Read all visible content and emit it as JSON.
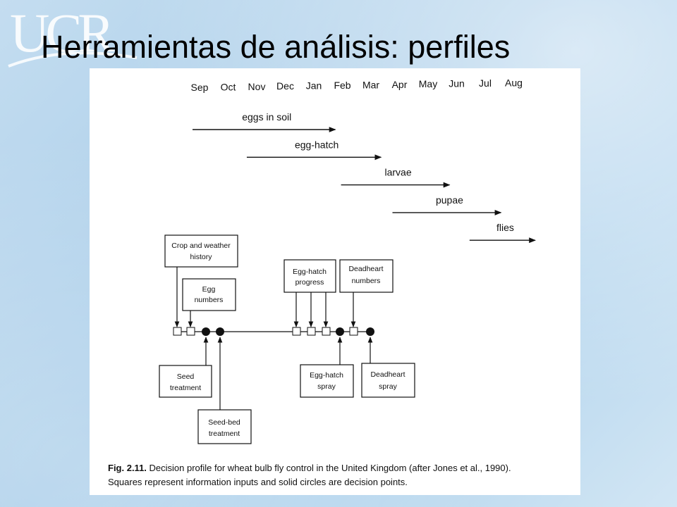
{
  "logo": {
    "text": "UCR"
  },
  "slide": {
    "title": "Herramientas de análisis: perfiles"
  },
  "timeline": {
    "months": [
      "Sep",
      "Oct",
      "Nov",
      "Dec",
      "Jan",
      "Feb",
      "Mar",
      "Apr",
      "May",
      "Jun",
      "Jul",
      "Aug"
    ],
    "stages": [
      {
        "label": "eggs in soil",
        "start_month": 0.0,
        "end_month": 5.0
      },
      {
        "label": "egg-hatch",
        "start_month": 1.9,
        "end_month": 6.6
      },
      {
        "label": "larvae",
        "start_month": 5.2,
        "end_month": 9.0
      },
      {
        "label": "pupae",
        "start_month": 7.0,
        "end_month": 10.8
      },
      {
        "label": "flies",
        "start_month": 9.7,
        "end_month": 12.0
      }
    ]
  },
  "profile": {
    "boxes": {
      "crop_weather": [
        "Crop and weather",
        "history"
      ],
      "egg_numbers": [
        "Egg",
        "numbers"
      ],
      "egg_hatch_progress": [
        "Egg-hatch",
        "progress"
      ],
      "deadheart_numbers": [
        "Deadheart",
        "numbers"
      ],
      "seed_treatment": [
        "Seed",
        "treatment"
      ],
      "seedbed_treatment": [
        "Seed-bed",
        "treatment"
      ],
      "egg_hatch_spray": [
        "Egg-hatch",
        "spray"
      ],
      "deadheart_spray": [
        "Deadheart",
        "spray"
      ]
    }
  },
  "caption": {
    "label": "Fig. 2.11.",
    "line1": " Decision profile for wheat bulb fly control in the United Kingdom (after Jones et al., 1990).",
    "line2": "Squares represent information inputs and solid circles are decision points."
  }
}
